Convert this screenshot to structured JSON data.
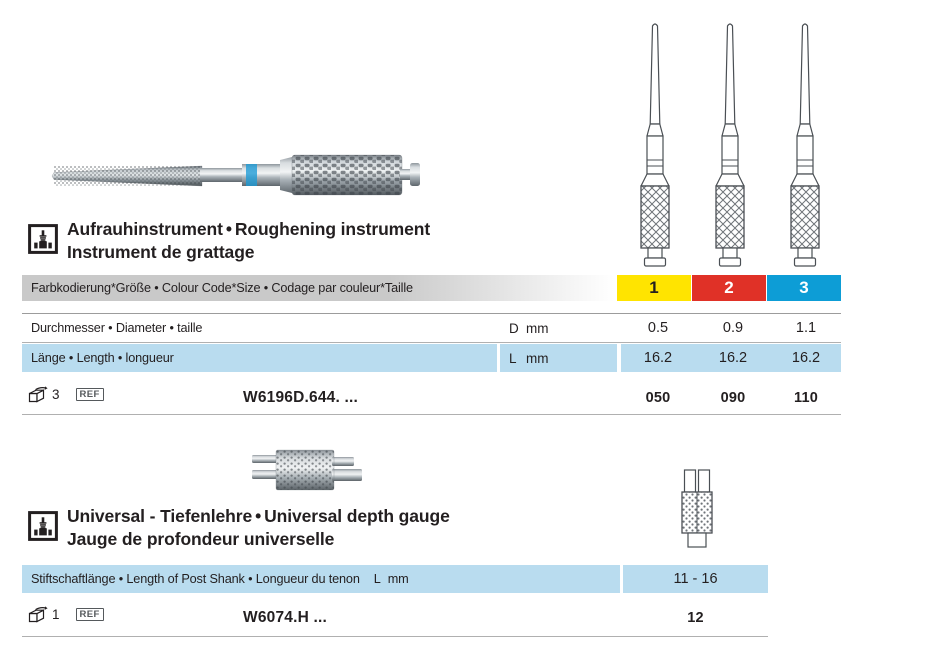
{
  "sections": [
    {
      "id": "roughening-instrument",
      "title_line1_de": "Aufrauhinstrument",
      "title_line1_en": "Roughening instrument",
      "title_line2_fr": "Instrument de grattage",
      "separator": "•",
      "colour_code_header": "Farbkodierung*Größe  •  Colour Code*Size  •  Codage par couleur*Taille",
      "sizes": [
        {
          "label": "1",
          "bg": "#FFE400",
          "fg": "#231f20"
        },
        {
          "label": "2",
          "bg": "#E03127",
          "fg": "#ffffff"
        },
        {
          "label": "3",
          "bg": "#0D9DD6",
          "fg": "#ffffff"
        }
      ],
      "rows": [
        {
          "label": "Durchmesser  •  Diameter  •  taille",
          "unit_symbol": "D",
          "unit_text": "mm",
          "values": [
            "0.5",
            "0.9",
            "1.1"
          ],
          "style": "white"
        },
        {
          "label": "Länge  •  Length  •  longueur",
          "unit_symbol": "L",
          "unit_text": "mm",
          "values": [
            "16.2",
            "16.2",
            "16.2"
          ],
          "style": "blue"
        }
      ],
      "order": {
        "pack_quantity": "3",
        "ref_label": "REF",
        "ref_code": "W6196D.644. ...",
        "order_numbers": [
          "050",
          "090",
          "110"
        ]
      }
    },
    {
      "id": "universal-depth-gauge",
      "title_line1_de": "Universal - Tiefenlehre",
      "title_line1_en": "Universal depth gauge",
      "title_line2_fr": "Jauge de profondeur universelle",
      "separator": "•",
      "rows": [
        {
          "label": "Stiftschaftlänge  •  Length of Post Shank  •  Longueur du tenon",
          "unit_symbol": "L",
          "unit_text": "mm",
          "values": [
            "11 - 16"
          ],
          "style": "blue"
        }
      ],
      "order": {
        "pack_quantity": "1",
        "ref_label": "REF",
        "ref_code": "W6074.H ...",
        "order_numbers": [
          "12"
        ]
      }
    }
  ],
  "icons": {
    "pictogram": "tooth-drilling-pictogram",
    "package": "open-box-icon"
  }
}
